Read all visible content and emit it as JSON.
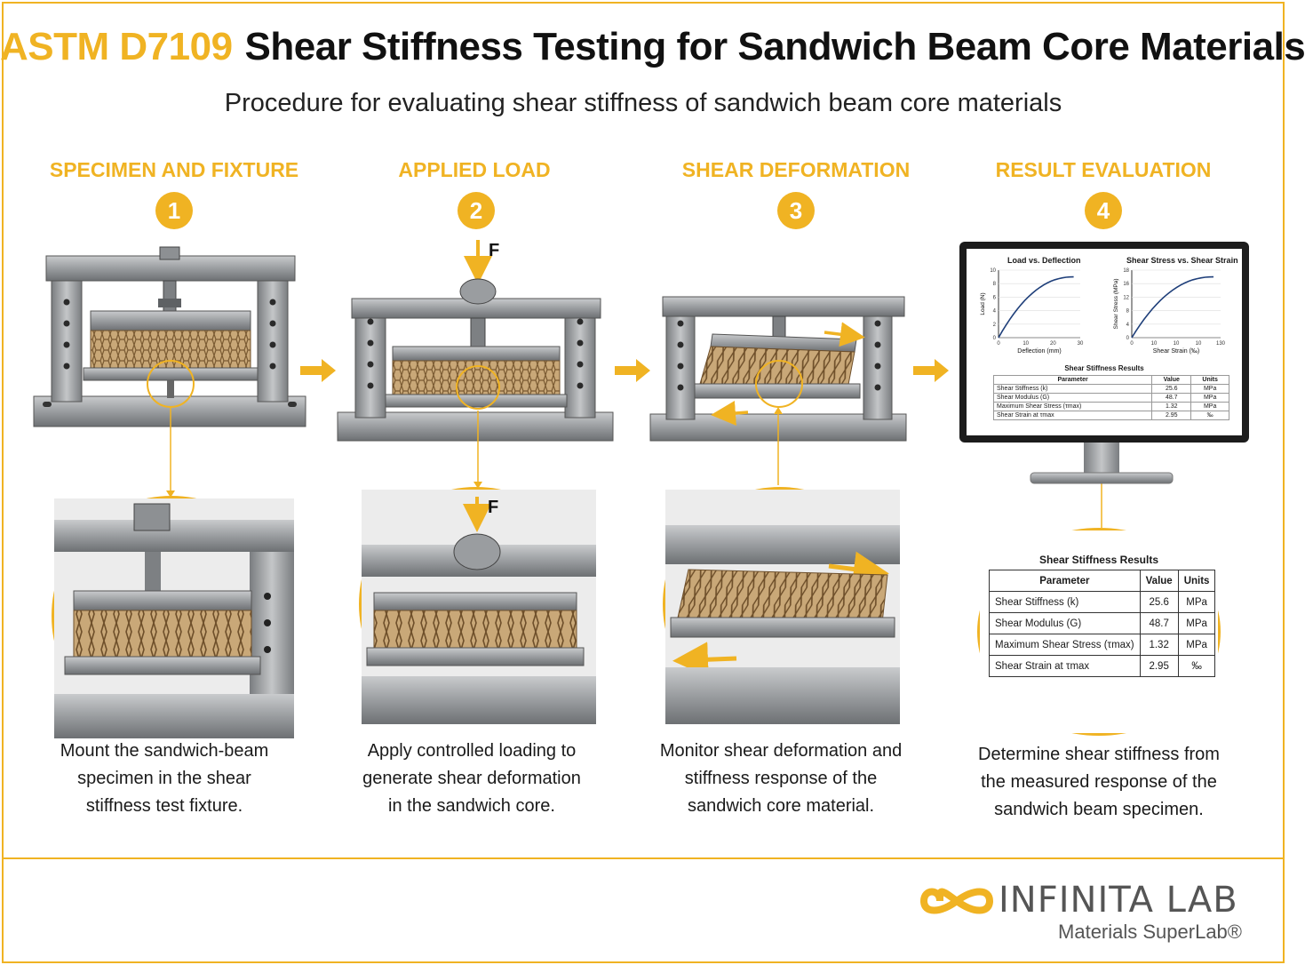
{
  "header": {
    "standard": "ASTM D7109",
    "title": "Shear Stiffness Testing for Sandwich Beam Core Materials",
    "subtitle": "Procedure for evaluating shear stiffness of sandwich beam core materials"
  },
  "steps": [
    {
      "number": "1",
      "heading": "SPECIMEN AND FIXTURE",
      "caption_lines": [
        "Mount the sandwich-beam",
        "specimen in the shear",
        "stiffness test fixture."
      ]
    },
    {
      "number": "2",
      "heading": "APPLIED LOAD",
      "force_label": "F",
      "caption_lines": [
        "Apply controlled loading to",
        "generate shear deformation",
        "in the sandwich core."
      ]
    },
    {
      "number": "3",
      "heading": "SHEAR DEFORMATION",
      "caption_lines": [
        "Monitor shear deformation and",
        "stiffness response of the",
        "sandwich core material."
      ]
    },
    {
      "number": "4",
      "heading": "RESULT EVALUATION",
      "caption_lines": [
        "Determine shear stiffness from",
        "the measured response of the",
        "sandwich beam specimen."
      ]
    }
  ],
  "monitor": {
    "chart_left_title": "Load vs. Deflection",
    "chart_left_xlabel": "Deflection (mm)",
    "chart_left_ylabel": "Load (N)",
    "chart_left_yticks": [
      "10",
      "8",
      "6",
      "4",
      "2",
      "0"
    ],
    "chart_left_xticks": [
      "0",
      "10",
      "20",
      "30"
    ],
    "chart_right_title": "Shear Stress vs. Shear Strain",
    "chart_right_xlabel": "Shear Strain (‰)",
    "chart_right_ylabel": "Shear Stress (MPa)",
    "chart_right_yticks": [
      "18",
      "16",
      "12",
      "8",
      "4",
      "0"
    ],
    "chart_right_xticks": [
      "0",
      "10",
      "10",
      "10",
      "130"
    ]
  },
  "results": {
    "title": "Shear Stiffness Results",
    "columns": [
      "Parameter",
      "Value",
      "Units"
    ],
    "rows": [
      {
        "parameter": "Shear Stiffness (k)",
        "value": "25.6",
        "units": "MPa"
      },
      {
        "parameter": "Shear Modulus (G)",
        "value": "48.7",
        "units": "MPa"
      },
      {
        "parameter": "Maximum Shear Stress (τmax)",
        "value": "1.32",
        "units": "MPa"
      },
      {
        "parameter": "Shear Strain at τmax",
        "value": "2.95",
        "units": "‰"
      }
    ]
  },
  "brand": {
    "name": "INFINITA LAB",
    "tagline": "Materials SuperLab®"
  },
  "colors": {
    "accent": "#f0b323",
    "steel": "#8a8d90",
    "core": "#b8976a"
  }
}
